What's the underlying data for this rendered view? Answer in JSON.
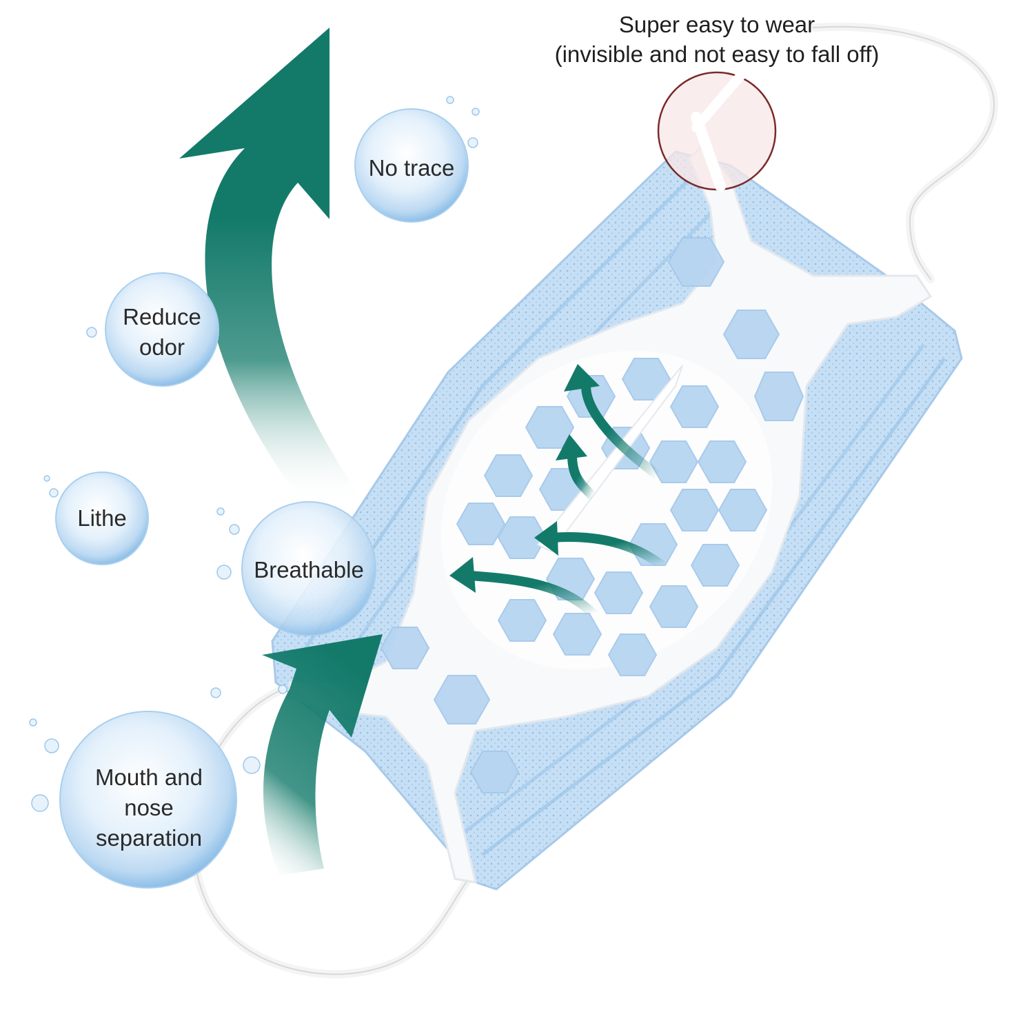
{
  "caption": {
    "line1": "Super easy to wear",
    "line2": "(invisible and not easy to fall off)"
  },
  "features": {
    "no_trace": "No trace",
    "reduce_odor_1": "Reduce",
    "reduce_odor_2": "odor",
    "lithe": "Lithe",
    "breathable": "Breathable",
    "separation_1": "Mouth and",
    "separation_2": "nose",
    "separation_3": "separation"
  },
  "colors": {
    "arrow_green": "#137a6a",
    "mask_blue": "#bfd9f0",
    "bubble_blue": "#cfe5f7",
    "callout_ring": "#7a2a2a"
  }
}
